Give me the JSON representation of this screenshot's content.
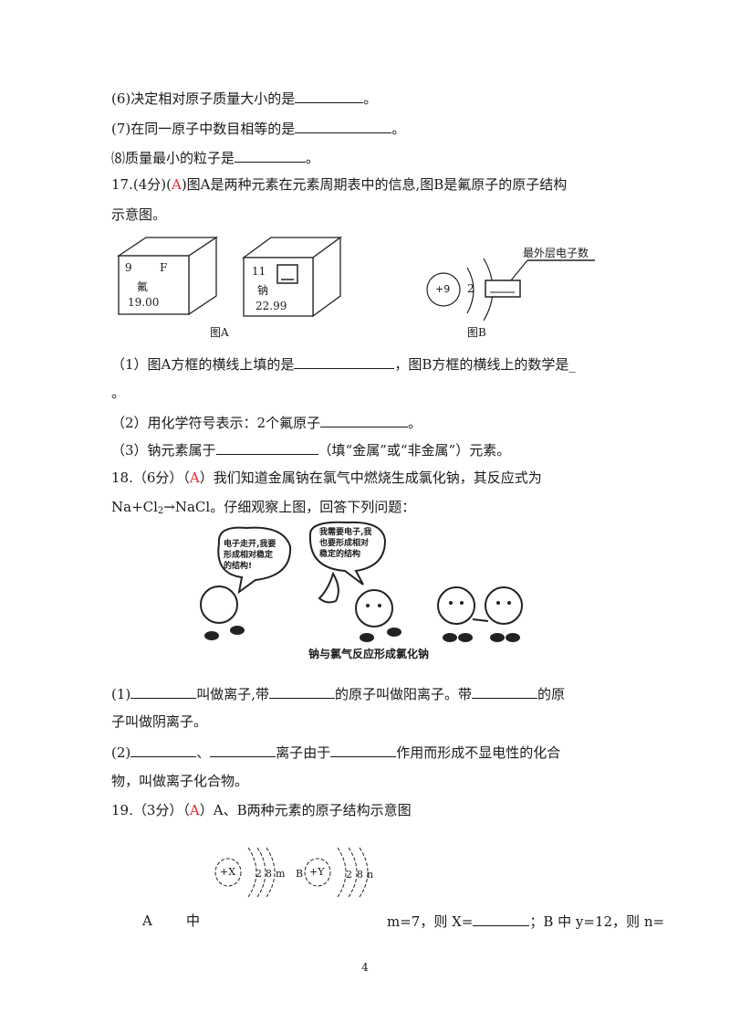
{
  "page_number": "4",
  "q16": {
    "item6": {
      "prefix": "(6)决定相对原子质量大小的是",
      "suffix": "。"
    },
    "item7": {
      "prefix": "(7)在同一原子中数目相等的是",
      "suffix": "。"
    },
    "item8": {
      "prefix": "⑻质量最小的粒子是",
      "suffix": "。"
    }
  },
  "q17": {
    "number": "17.",
    "score": "(4分)",
    "level_open": "(",
    "level": "A",
    "level_close": ")",
    "stem_line1": "图A是两种元素在元素周期表中的信息,图B是氟原子的原子结构",
    "stem_line2": "示意图。",
    "figA": {
      "caption": "图A",
      "box1": {
        "number": "9",
        "symbol": "F",
        "name": "氟",
        "mass": "19.00"
      },
      "box2": {
        "number": "11",
        "name": "钠",
        "mass": "22.99"
      }
    },
    "figB": {
      "caption": "图B",
      "nucleus": "+9",
      "shell1": "2",
      "label": "最外层电子数"
    },
    "sub1": {
      "part1": "（1）图A方框的横线上填的是",
      "part2": "，图B方框的横线上的数学是_",
      "part3": "。"
    },
    "sub2": {
      "prefix": "（2）用化学符号表示：2个氟原子",
      "suffix": "。"
    },
    "sub3": {
      "prefix": "（3）钠元素属于",
      "suffix": "（填“金属”或“非金属”）元素。"
    }
  },
  "q18": {
    "number": "18.",
    "score": "（6分）",
    "level_open": "（",
    "level": "A",
    "level_close": "）",
    "stem_line1": "我们知道金属钠在氯气中燃烧生成氯化钠，其反应式为",
    "formula_a": "Na+Cl",
    "formula_sub": "2",
    "formula_b": "→NaCl。仔细观察上图，回答下列问题：",
    "cartoon": {
      "bubble1": [
        "电子走开,我要",
        "形成相对稳定",
        "的结构!"
      ],
      "bubble2": [
        "我需要电子,我",
        "也要形成相对",
        "稳定的结构"
      ],
      "caption": "钠与氯气反应形成氯化钠"
    },
    "sub1": {
      "p1": "(1)",
      "p2": "叫做离子,带",
      "p3": "的原子叫做阳离子。带",
      "p4": "的原",
      "line2": "子叫做阴离子。"
    },
    "sub2": {
      "p1": "(2)",
      "p2": "、",
      "p3": "离子由于",
      "p4": "作用而形成不显电性的化合",
      "line2": "物，叫做离子化合物。"
    }
  },
  "q19": {
    "number": "19.",
    "score": "（3分）",
    "level_open": "（",
    "level": "A",
    "level_close": "）",
    "stem": "A、B两种元素的原子结构示意图",
    "atomA": {
      "nucleus": "+X",
      "shells": [
        "2",
        "8",
        "m"
      ]
    },
    "atomB": {
      "label": "B",
      "nucleus": "+Y",
      "shells": [
        "2",
        "8",
        "n"
      ]
    },
    "line_a": "A",
    "line_zhong": "中",
    "line_rest1": "m=7，则 X=",
    "line_rest2": "；B 中 y=12，则 n="
  }
}
